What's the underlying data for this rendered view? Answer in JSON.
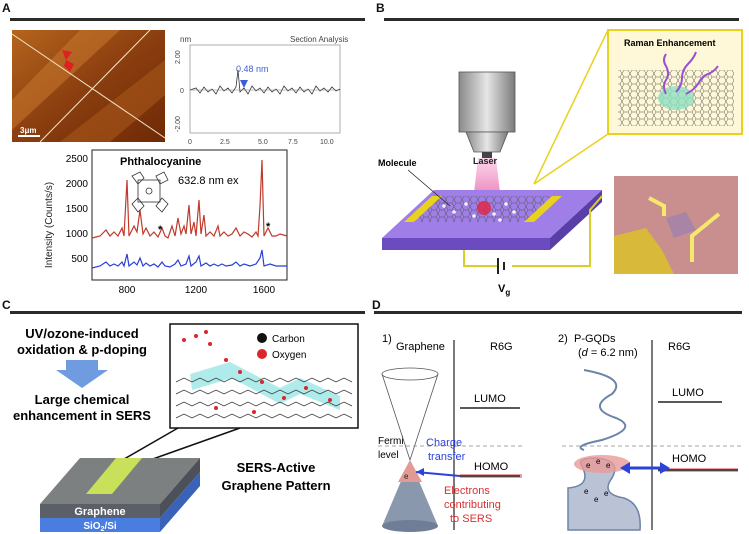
{
  "panels": {
    "a": {
      "label": "A",
      "afm": {
        "scale_bar": "3μm"
      },
      "section": {
        "unit": "nm",
        "title": "Section Analysis",
        "y_ticks": [
          "2.00",
          "0",
          "-2.00"
        ],
        "x_ticks": [
          "0",
          "2.5",
          "5.0",
          "7.5",
          "10.0"
        ],
        "annotation": "0.48 nm"
      },
      "raman": {
        "molecule": "Phthalocyanine",
        "excitation": "632.8 nm ex",
        "ylabel": "Intensity (Counts/s)",
        "y_ticks": [
          "500",
          "1000",
          "1500",
          "2000",
          "2500"
        ],
        "x_ticks": [
          "800",
          "1200",
          "1600"
        ],
        "asterisk": "*"
      }
    },
    "b": {
      "label": "B",
      "inset_title": "Raman Enhancement",
      "molecule_label": "Molecule",
      "laser_label": "Laser",
      "gate_label": "V",
      "gate_sub": "g"
    },
    "c": {
      "label": "C",
      "process_line1": "UV/ozone-induced",
      "process_line2": "oxidation & p-doping",
      "result_line1": "Large chemical",
      "result_line2": "enhancement in SERS",
      "legend_carbon": "Carbon",
      "legend_oxygen": "Oxygen",
      "layer_top": "Graphene",
      "layer_bottom_pre": "SiO",
      "layer_bottom_sub": "2",
      "layer_bottom_post": "/Si",
      "pattern_line1": "SERS-Active",
      "pattern_line2": "Graphene Pattern"
    },
    "d": {
      "label": "D",
      "left": {
        "index": "1)",
        "title": "Graphene",
        "molecule": "R6G",
        "fermi1": "Fermi",
        "fermi2": "level",
        "charge1": "Charge",
        "charge2": "transfer",
        "lumo": "LUMO",
        "homo": "HOMO",
        "electron": "e",
        "note1": "Electrons",
        "note2": "contributing",
        "note3": "to SERS"
      },
      "right": {
        "index": "2)",
        "title": "P-GQDs",
        "size_pre": "(",
        "size_var": "d",
        "size_post": " = 6.2 nm)",
        "molecule": "R6G",
        "lumo": "LUMO",
        "homo": "HOMO",
        "electron": "e"
      }
    }
  },
  "colors": {
    "rule": "#2b2b2b",
    "red_spectrum": "#c0392b",
    "blue_spectrum": "#2b3fd6",
    "section_marker": "#3a5fd6",
    "gold": "#e8d21e",
    "purple": "#7a5cc8",
    "pink_laser": "#f06fb3",
    "arrow_blue": "#6f9be0",
    "oxygen_red": "#d9262b",
    "charge_blue": "#2d43d8",
    "note_red": "#d8302f",
    "cone_fill": "#8a98ae"
  }
}
